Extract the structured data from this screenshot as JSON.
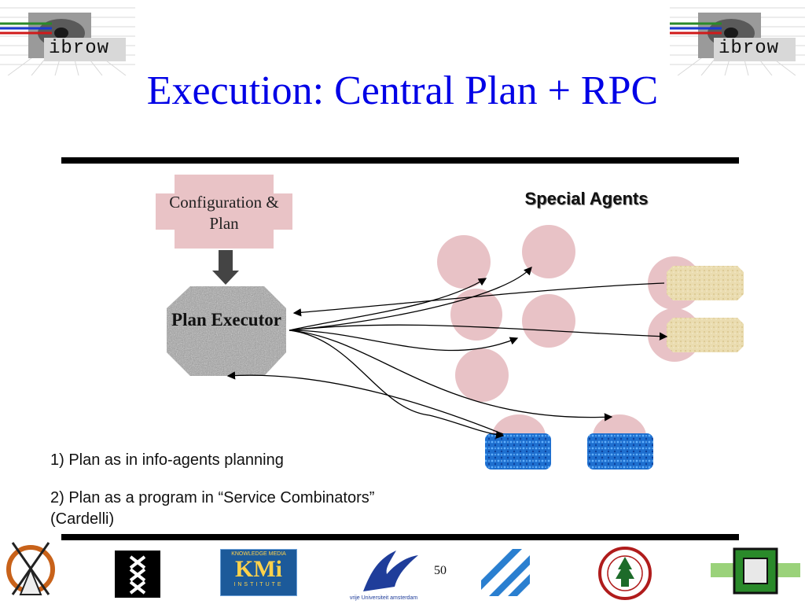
{
  "header": {
    "logo_text": "ibrow",
    "title": "Execution: Central Plan + RPC"
  },
  "diagram": {
    "config_plan": "Configuration & Plan",
    "plan_executor": "Plan Executor",
    "special_agents": "Special Agents"
  },
  "notes": [
    "1) Plan as in info-agents planning",
    "2) Plan as a program in “Service Combinators” (Cardelli)"
  ],
  "footer": {
    "page_number": "50",
    "kmi_top": "KNOWLEDGE MEDIA",
    "kmi_main": "KMi",
    "kmi_bottom": "INSTITUTE",
    "vu_text": "vrije Universiteit amsterdam"
  },
  "colors": {
    "title": "#0000e6",
    "agent_pink": "#e8c2c6",
    "yellow_block": "#eadcb0",
    "blue_block": "#1e6fcf",
    "rule": "#000000"
  }
}
